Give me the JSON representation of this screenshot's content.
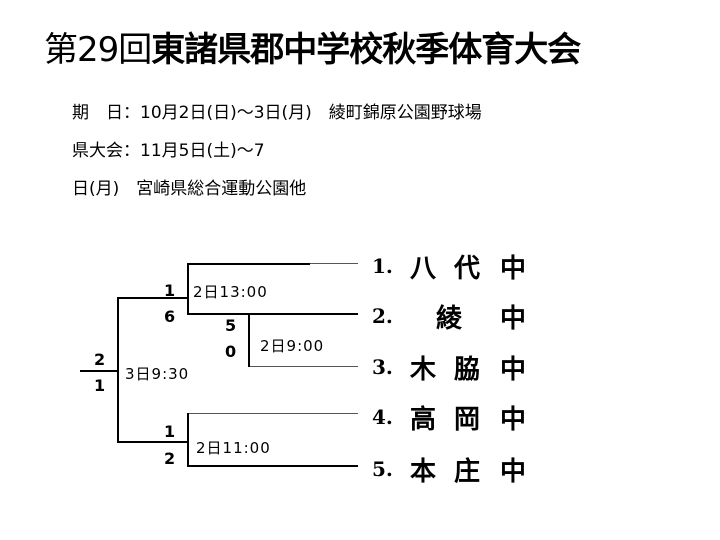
{
  "title": {
    "prefix": "第29回",
    "main": "東諸県郡中学校秋季体育大会"
  },
  "info": {
    "line1": "期　日：10月2日(日)～3日(月)　綾町錦原公園野球場",
    "line2": "県大会：11月5日(土)～7",
    "line3": "日(月)　宮崎県総合運動公園他"
  },
  "bracket": {
    "scores": {
      "m1_top": "1",
      "m1_bottom": "6",
      "m2_top": "5",
      "m2_bottom": "0",
      "final_top": "2",
      "final_bottom": "1",
      "m3_top": "1",
      "m3_bottom": "2"
    },
    "times": {
      "m1": "2日13:00",
      "m2": "2日9:00",
      "final": "3日9:30",
      "m3": "2日11:00"
    }
  },
  "teams": [
    {
      "num": "1.",
      "c1": "八",
      "c2": "代",
      "c3": "中"
    },
    {
      "num": "2.",
      "c1": "",
      "c2": "綾",
      "c3": "中"
    },
    {
      "num": "3.",
      "c1": "木",
      "c2": "脇",
      "c3": "中"
    },
    {
      "num": "4.",
      "c1": "高",
      "c2": "岡",
      "c3": "中"
    },
    {
      "num": "5.",
      "c1": "本",
      "c2": "庄",
      "c3": "中"
    }
  ]
}
